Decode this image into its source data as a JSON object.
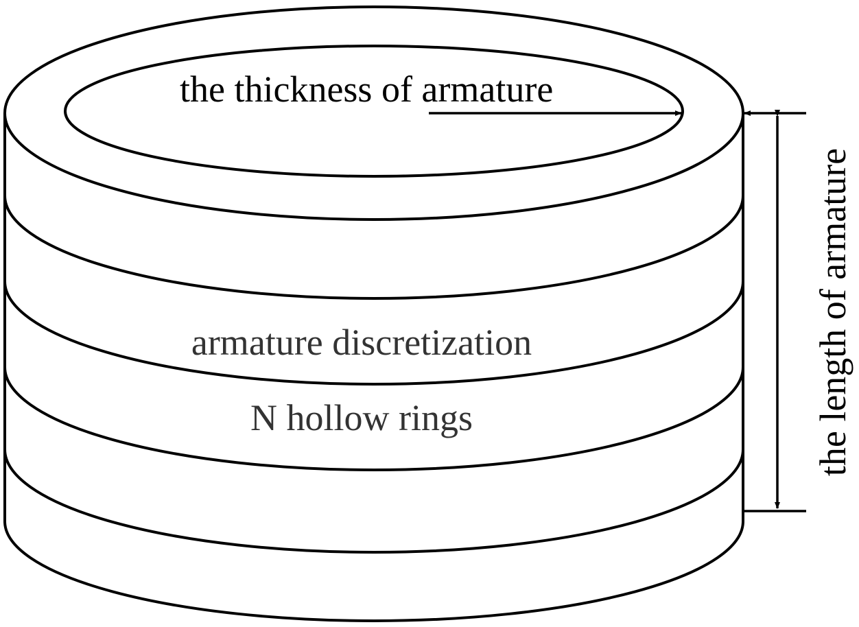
{
  "labels": {
    "thickness": "the thickness of armature",
    "length": "the length of armature",
    "discretization": "armature discretization",
    "rings": "N hollow rings"
  },
  "colors": {
    "stroke": "#000000",
    "inner_text": "#333333",
    "ring_line": "#222222"
  }
}
